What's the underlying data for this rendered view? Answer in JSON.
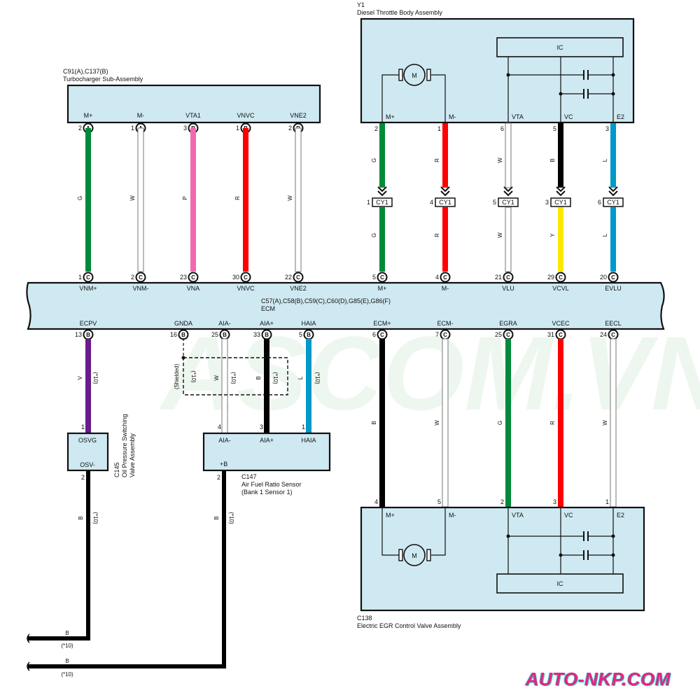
{
  "watermark": "ASCOM.VN",
  "brand": "AUTO-NKP.COM",
  "turbo": {
    "code": "C91(A),C137(B)",
    "name": "Turbocharger Sub-Assembly",
    "pins": [
      {
        "term": "M+",
        "num": "2",
        "conn": "A",
        "wire": "G",
        "color": "#008a3a",
        "ecm_num": "1",
        "ecm_conn": "C",
        "ecm_term": "VNM+"
      },
      {
        "term": "M-",
        "num": "1",
        "conn": "A",
        "wire": "W",
        "color": "#ffffff",
        "ecm_num": "2",
        "ecm_conn": "C",
        "ecm_term": "VNM-"
      },
      {
        "term": "VTA1",
        "num": "3",
        "conn": "B",
        "wire": "P",
        "color": "#f06ab0",
        "ecm_num": "23",
        "ecm_conn": "C",
        "ecm_term": "VNA"
      },
      {
        "term": "VNVC",
        "num": "1",
        "conn": "B",
        "wire": "R",
        "color": "#ff0000",
        "ecm_num": "30",
        "ecm_conn": "C",
        "ecm_term": "VNVC"
      },
      {
        "term": "VNE2",
        "num": "2",
        "conn": "B",
        "wire": "W",
        "color": "#ffffff",
        "ecm_num": "22",
        "ecm_conn": "C",
        "ecm_term": "VNE2"
      }
    ]
  },
  "throttle": {
    "code": "Y1",
    "name": "Diesel Throttle Body Assembly",
    "ic_label": "IC",
    "motor_label": "M",
    "junction": "CY1",
    "pins": [
      {
        "term": "M+",
        "num": "2",
        "wire_top": "G",
        "color_top": "#008a3a",
        "jnum": "1",
        "wire_bot": "G",
        "color_bot": "#008a3a",
        "ecm_num": "5",
        "ecm_conn": "C",
        "ecm_term": "M+"
      },
      {
        "term": "M-",
        "num": "1",
        "wire_top": "R",
        "color_top": "#ff0000",
        "jnum": "4",
        "wire_bot": "R",
        "color_bot": "#ff0000",
        "ecm_num": "4",
        "ecm_conn": "C",
        "ecm_term": "M-"
      },
      {
        "term": "VTA",
        "num": "6",
        "wire_top": "W",
        "color_top": "#ffffff",
        "jnum": "5",
        "wire_bot": "W",
        "color_bot": "#ffffff",
        "ecm_num": "21",
        "ecm_conn": "C",
        "ecm_term": "VLU"
      },
      {
        "term": "VC",
        "num": "5",
        "wire_top": "B",
        "color_top": "#000000",
        "jnum": "3",
        "wire_bot": "Y",
        "color_bot": "#ffe600",
        "ecm_num": "29",
        "ecm_conn": "C",
        "ecm_term": "VCVL"
      },
      {
        "term": "E2",
        "num": "3",
        "wire_top": "L",
        "color_top": "#0099c8",
        "jnum": "6",
        "wire_bot": "L",
        "color_bot": "#0099c8",
        "ecm_num": "20",
        "ecm_conn": "C",
        "ecm_term": "EVLU"
      }
    ]
  },
  "ecm": {
    "code": "C57(A),C58(B),C59(C),C60(D),G85(E),G86(F)",
    "name": "ECM",
    "bottom_pins": [
      {
        "term": "ECPV",
        "num": "13",
        "conn": "B"
      },
      {
        "term": "GNDA",
        "num": "16",
        "conn": "B"
      },
      {
        "term": "AIA-",
        "num": "25",
        "conn": "B"
      },
      {
        "term": "AIA+",
        "num": "33",
        "conn": "B"
      },
      {
        "term": "HAIA",
        "num": "5",
        "conn": "B"
      },
      {
        "term": "ECM+",
        "num": "6",
        "conn": "C"
      },
      {
        "term": "ECM-",
        "num": "7",
        "conn": "C"
      },
      {
        "term": "EGRA",
        "num": "25",
        "conn": "C"
      },
      {
        "term": "VCEC",
        "num": "31",
        "conn": "C"
      },
      {
        "term": "EECL",
        "num": "24",
        "conn": "C"
      }
    ]
  },
  "osv": {
    "code": "C145",
    "name_line1": "Oil Pressure Switching",
    "name_line2": "Valve Assembly",
    "term_top": "OSVG",
    "term_bot": "OSV-",
    "pin_top": "1",
    "pin_bot": "2",
    "wire_in": "V",
    "wire_in_note": "(*10)",
    "wire_out": "B",
    "wire_out_note": "(*10)",
    "ground_wire": "B",
    "ground_note": "(*10)"
  },
  "afr": {
    "code": "C147",
    "name_line1": "Air Fuel Ratio Sensor",
    "name_line2": "(Bank 1 Sensor 1)",
    "shield_label": "(Shielded)",
    "shield_note": "(*10)",
    "pins": [
      {
        "term": "AIA-",
        "num": "4",
        "wire": "W",
        "note": "(*10)"
      },
      {
        "term": "AIA+",
        "num": "3",
        "wire": "B",
        "note": "(*10)"
      },
      {
        "term": "HAIA",
        "num": "1",
        "wire": "L",
        "note": "(*10)"
      }
    ],
    "power_term": "+B",
    "power_pin": "2",
    "power_wire": "B",
    "power_note": "(*10)",
    "ground_wire": "B",
    "ground_note": "(*10)"
  },
  "egr": {
    "code": "C138",
    "name": "Electric EGR Control Valve Assembly",
    "ic_label": "IC",
    "motor_label": "M",
    "pins": [
      {
        "term": "M+",
        "num": "4",
        "wire": "B",
        "color": "#000000"
      },
      {
        "term": "M-",
        "num": "5",
        "wire": "W",
        "color": "#ffffff"
      },
      {
        "term": "VTA",
        "num": "2",
        "wire": "G",
        "color": "#008a3a"
      },
      {
        "term": "VC",
        "num": "3",
        "wire": "R",
        "color": "#ff0000"
      },
      {
        "term": "E2",
        "num": "1",
        "wire": "W",
        "color": "#ffffff"
      }
    ]
  },
  "colors": {
    "box_fill": "#cfe9f2",
    "violet": "#6a1b8c",
    "black": "#000000",
    "blue": "#0099c8",
    "white": "#ffffff"
  }
}
